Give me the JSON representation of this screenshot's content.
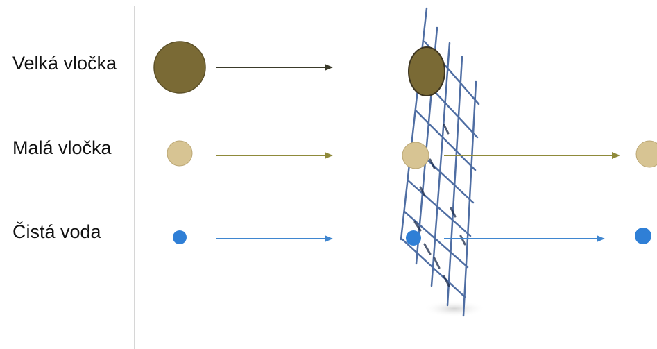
{
  "labels": {
    "large_floc": "Velká vločka",
    "small_floc": "Malá vločka",
    "clean_water": "Čistá voda"
  },
  "colors": {
    "large_floc": "#7a6a35",
    "small_floc": "#d7c493",
    "clean_water": "#2f7fd6",
    "arrow_large": "#3a3a2a",
    "arrow_small": "#8f8a3a",
    "arrow_water": "#3f86d0",
    "mesh": "#3d5f9a"
  }
}
